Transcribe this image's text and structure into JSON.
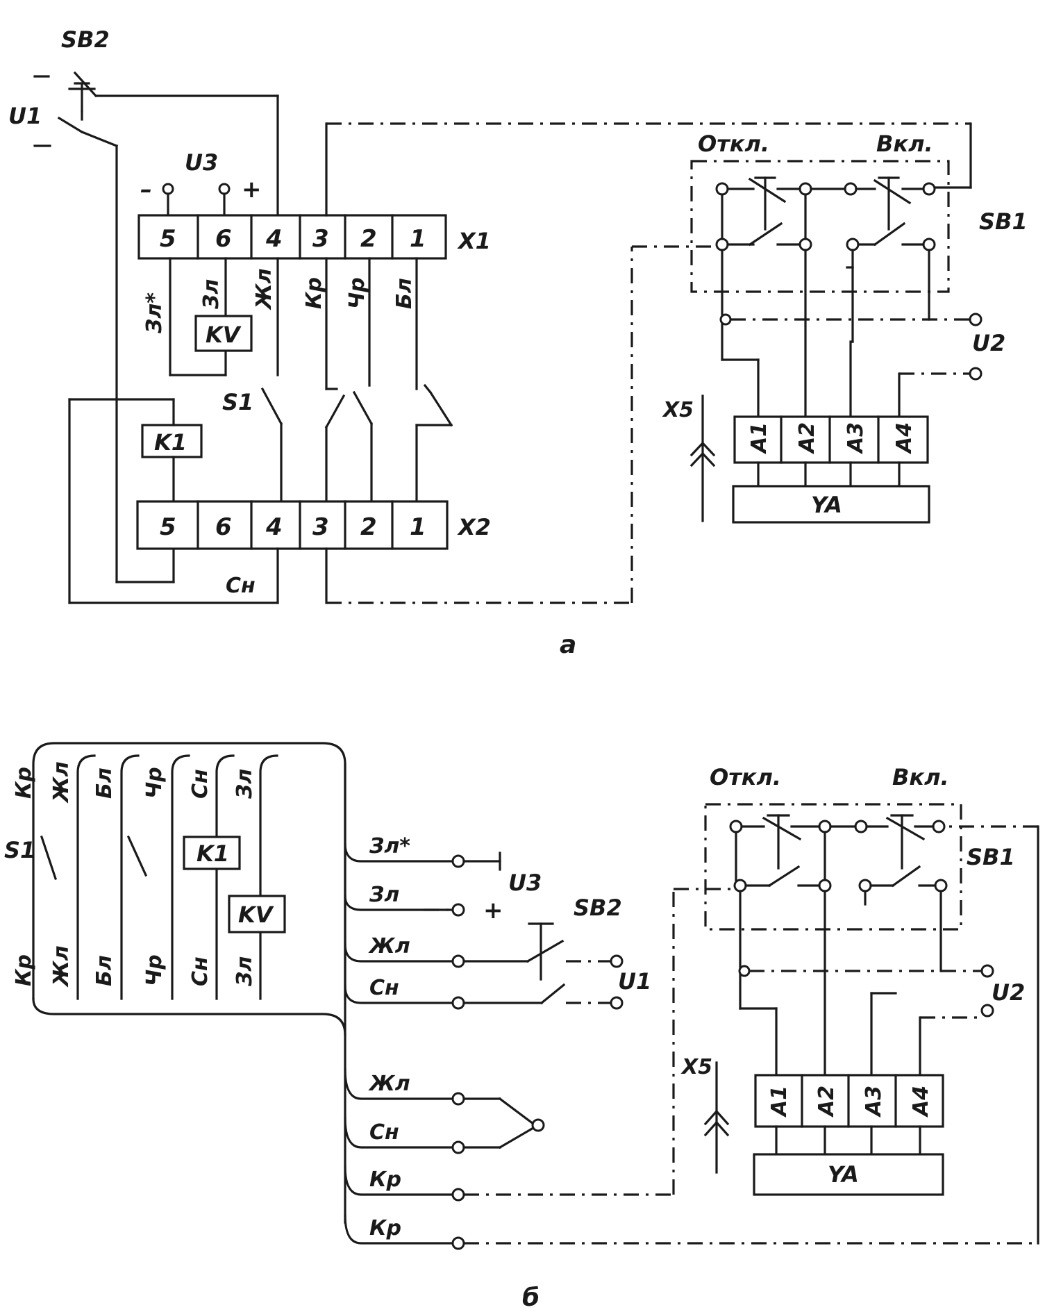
{
  "diagram_a": {
    "sb2": "SB2",
    "u1": "U1",
    "u3": "U3",
    "minus": "–",
    "plus": "+",
    "x1": "X1",
    "x2": "X2",
    "kv": "KV",
    "k1": "K1",
    "s1": "S1",
    "sb1": "SB1",
    "off": "Откл.",
    "on": "Вкл.",
    "u2": "U2",
    "x5": "X5",
    "ya": "YA",
    "x1_terms": [
      "5",
      "6",
      "4",
      "3",
      "2",
      "1"
    ],
    "x2_terms": [
      "5",
      "6",
      "4",
      "3",
      "2",
      "1"
    ],
    "wire_labels": [
      "Зл*",
      "Зл",
      "Жл",
      "Кр",
      "Чр",
      "Бл"
    ],
    "a_terms": [
      "A1",
      "A2",
      "A3",
      "A4"
    ],
    "sn": "Сн",
    "caption": "а"
  },
  "diagram_b": {
    "top_labels": [
      "Кр",
      "Жл",
      "Бл",
      "Чр",
      "Сн",
      "Зл"
    ],
    "bottom_labels": [
      "Кр",
      "Жл",
      "Бл",
      "Чр",
      "Сн",
      "Зл"
    ],
    "s1": "S1",
    "k1": "K1",
    "kv": "KV",
    "right_labels": [
      "Зл*",
      "Зл",
      "Жл",
      "Сн",
      "Жл",
      "Сн",
      "Кр",
      "Кр"
    ],
    "u3": "U3",
    "plus": "+",
    "sb2": "SB2",
    "u1": "U1",
    "sb1": "SB1",
    "off": "Откл.",
    "on": "Вкл.",
    "u2": "U2",
    "x5": "X5",
    "ya": "YA",
    "a_terms": [
      "A1",
      "A2",
      "A3",
      "A4"
    ],
    "caption": "б"
  }
}
